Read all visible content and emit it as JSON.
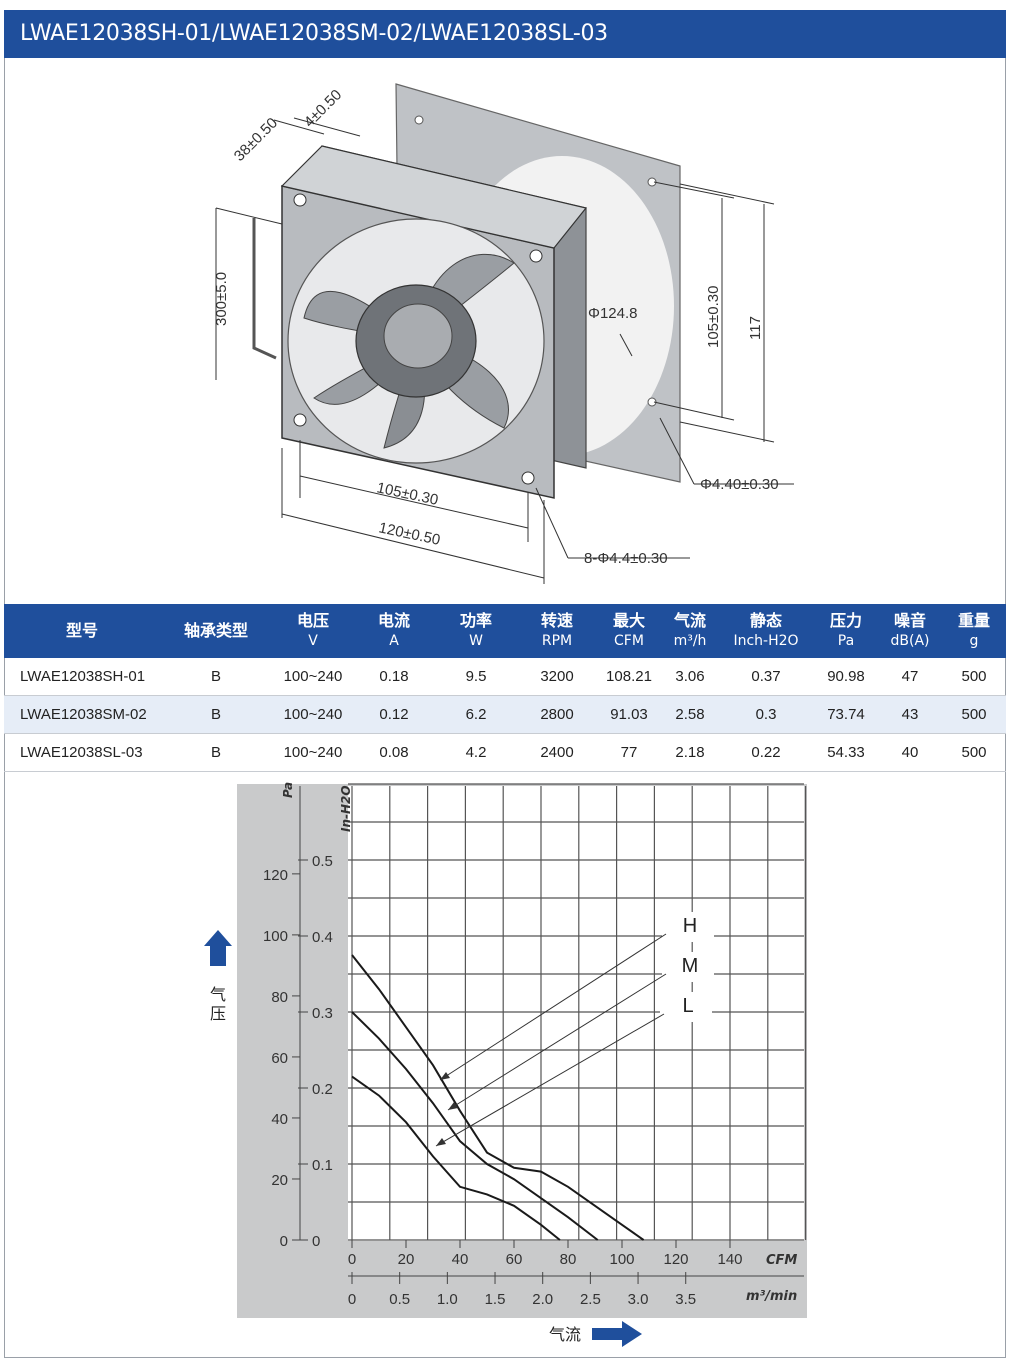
{
  "title": "LWAE12038SH-01/LWAE12038SM-02/LWAE12038SL-03",
  "drawing": {
    "dims": {
      "flange": "4±0.50",
      "depth": "38±0.50",
      "lead": "300±5.0",
      "diameter": "Φ124.8",
      "hole_pitch_v": "105±0.30",
      "height": "117",
      "hole_pitch_h": "105±0.30",
      "width": "120±0.50",
      "guard_hole": "Φ4.40±0.30",
      "mount_holes": "8-Φ4.4±0.30"
    }
  },
  "table": {
    "headers": [
      {
        "label": "型号",
        "unit": ""
      },
      {
        "label": "轴承类型",
        "unit": ""
      },
      {
        "label": "电压",
        "unit": "V"
      },
      {
        "label": "电流",
        "unit": "A"
      },
      {
        "label": "功率",
        "unit": "W"
      },
      {
        "label": "转速",
        "unit": "RPM"
      },
      {
        "label": "最大",
        "unit": "CFM"
      },
      {
        "label": "气流",
        "unit": "m³/h"
      },
      {
        "label": "静态",
        "unit": "Inch-H2O"
      },
      {
        "label": "压力",
        "unit": "Pa"
      },
      {
        "label": "噪音",
        "unit": "dB(A)"
      },
      {
        "label": "重量",
        "unit": "g"
      }
    ],
    "rows": [
      [
        "LWAE12038SH-01",
        "B",
        "100~240",
        "0.18",
        "9.5",
        "3200",
        "108.21",
        "3.06",
        "0.37",
        "90.98",
        "47",
        "500"
      ],
      [
        "LWAE12038SM-02",
        "B",
        "100~240",
        "0.12",
        "6.2",
        "2800",
        "91.03",
        "2.58",
        "0.3",
        "73.74",
        "43",
        "500"
      ],
      [
        "LWAE12038SL-03",
        "B",
        "100~240",
        "0.08",
        "4.2",
        "2400",
        "77",
        "2.18",
        "0.22",
        "54.33",
        "40",
        "500"
      ]
    ]
  },
  "chart_data": {
    "type": "line",
    "x_label_cfm": "CFM",
    "x_label_m3": "m³/min",
    "y_label_pa": "Pa",
    "y_label_inh2o": "In-H2O",
    "x_caption": "气流",
    "y_caption": "气压",
    "x_ticks_cfm": [
      "0",
      "20",
      "40",
      "60",
      "80",
      "100",
      "120",
      "140"
    ],
    "x_ticks_m3": [
      "0",
      "0.5",
      "1.0",
      "1.5",
      "2.0",
      "2.5",
      "3.0",
      "3.5"
    ],
    "y_ticks_pa": [
      "0",
      "20",
      "40",
      "60",
      "80",
      "100",
      "120"
    ],
    "y_ticks_inh2o": [
      "0",
      "0.1",
      "0.2",
      "0.3",
      "0.4",
      "0.5"
    ],
    "xlim_cfm": [
      0,
      168
    ],
    "ylim_inh2o": [
      0,
      0.6
    ],
    "grid": true,
    "series": [
      {
        "name": "H",
        "x": [
          0,
          10,
          20,
          30,
          40,
          50,
          60,
          70,
          80,
          90,
          100,
          108
        ],
        "y": [
          0.375,
          0.33,
          0.28,
          0.23,
          0.17,
          0.115,
          0.095,
          0.09,
          0.07,
          0.045,
          0.02,
          0
        ]
      },
      {
        "name": "M",
        "x": [
          0,
          10,
          20,
          30,
          40,
          50,
          60,
          70,
          80,
          91
        ],
        "y": [
          0.3,
          0.265,
          0.225,
          0.18,
          0.13,
          0.1,
          0.08,
          0.055,
          0.03,
          0
        ]
      },
      {
        "name": "L",
        "x": [
          0,
          10,
          20,
          30,
          40,
          50,
          60,
          70,
          77
        ],
        "y": [
          0.215,
          0.19,
          0.155,
          0.11,
          0.07,
          0.06,
          0.045,
          0.02,
          0
        ]
      }
    ]
  }
}
